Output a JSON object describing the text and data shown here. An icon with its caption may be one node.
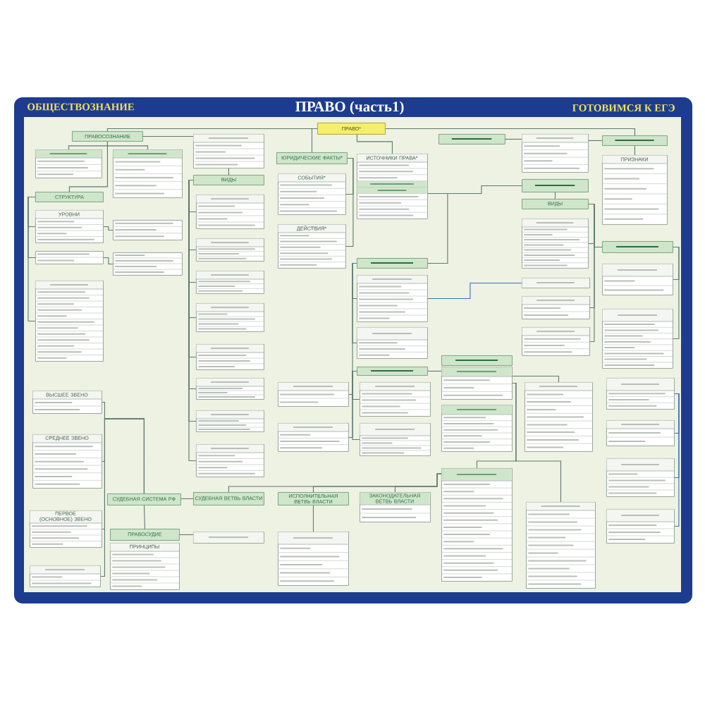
{
  "diagram": {
    "title": "ПРАВО (часть1)",
    "nodes": [
      {
        "text": [
          "ПРАВО*"
        ]
      },
      {
        "text": [
          "ПРАВОСОЗНАНИЕ"
        ]
      },
      {
        "text": [],
        "shape": "box"
      },
      {
        "text": [],
        "shape": "box"
      },
      {
        "text": [
          "СТРУКТУРА"
        ]
      },
      {
        "text": [
          "УРОВНИ"
        ]
      },
      {
        "text": [],
        "shape": "box"
      },
      {
        "text": [],
        "shape": "box"
      },
      {
        "text": [],
        "shape": "box"
      },
      {
        "text": [],
        "shape": "box"
      },
      {
        "text": [],
        "shape": "box"
      },
      {
        "text": [
          "ВИДЫ"
        ]
      },
      {
        "text": [],
        "shape": "box"
      },
      {
        "text": [],
        "shape": "box"
      },
      {
        "text": [],
        "shape": "box"
      },
      {
        "text": [],
        "shape": "box"
      },
      {
        "text": [],
        "shape": "box"
      },
      {
        "text": [],
        "shape": "box"
      },
      {
        "text": [],
        "shape": "box"
      },
      {
        "text": [],
        "shape": "box"
      },
      {
        "text": [
          "ЮРИДИЧЕСКИЕ ФАКТЫ*"
        ]
      },
      {
        "text": [
          "СОБЫТИЯ*"
        ]
      },
      {
        "text": [
          "ДЕЙСТВИЯ*"
        ]
      },
      {
        "text": [
          "ИСТОЧНИКИ ПРАВА*"
        ]
      },
      {
        "text": [],
        "shape": "box"
      },
      {
        "text": [],
        "shape": "box"
      },
      {
        "text": [],
        "shape": "box"
      },
      {
        "text": [],
        "shape": "box"
      },
      {
        "text": [],
        "shape": "box"
      },
      {
        "text": [],
        "shape": "box"
      },
      {
        "text": [],
        "shape": "box"
      },
      {
        "text": [],
        "shape": "box"
      },
      {
        "text": [],
        "shape": "box"
      },
      {
        "text": [],
        "shape": "box"
      },
      {
        "text": [],
        "shape": "box"
      },
      {
        "text": [
          "ПРИЗНАКИ"
        ]
      },
      {
        "text": [],
        "shape": "box"
      },
      {
        "text": [
          "ВИДЫ"
        ]
      },
      {
        "text": [],
        "shape": "box"
      },
      {
        "text": [],
        "shape": "box"
      },
      {
        "text": [],
        "shape": "box"
      },
      {
        "text": [],
        "shape": "box"
      },
      {
        "text": [],
        "shape": "box"
      },
      {
        "text": [],
        "shape": "box"
      },
      {
        "text": [],
        "shape": "box"
      },
      {
        "text": [],
        "shape": "box"
      },
      {
        "text": [],
        "shape": "box"
      },
      {
        "text": [],
        "shape": "box"
      },
      {
        "text": [],
        "shape": "box"
      },
      {
        "text": [],
        "shape": "box"
      },
      {
        "text": [],
        "shape": "box"
      },
      {
        "text": [],
        "shape": "box"
      },
      {
        "text": [],
        "shape": "box"
      },
      {
        "text": [],
        "shape": "box"
      },
      {
        "text": [
          "ВЫСШЕЕ ЗВЕНО"
        ]
      },
      {
        "text": [
          "СРЕДНЕЕ ЗВЕНО"
        ]
      },
      {
        "text": [
          "ПЕРВОЕ (ОСНОВНОЕ) ЗВЕНО"
        ]
      },
      {
        "text": [],
        "shape": "box"
      },
      {
        "text": [
          "СУДЕБНАЯ СИСТЕМА РФ"
        ]
      },
      {
        "text": [
          "ПРАВОСУДИЕ"
        ]
      },
      {
        "text": [
          "ПРИНЦИПЫ"
        ]
      },
      {
        "text": [
          "СУДЕБНАЯ ВЕТВЬ ВЛАСТИ"
        ]
      },
      {
        "text": [],
        "shape": "box"
      },
      {
        "text": [
          "ИСПОЛНИТЕЛЬНАЯ ВЕТВЬ ВЛАСТИ"
        ]
      },
      {
        "text": [],
        "shape": "box"
      },
      {
        "text": [
          "ЗАКОНОДАТЕЛЬНАЯ ВЕТВЬ ВЛАСТИ"
        ]
      },
      {
        "text": [],
        "shape": "box"
      }
    ],
    "edges": [
      {
        "from": 0,
        "to": 1,
        "arrow": "none"
      },
      {
        "from": 0,
        "to": 20,
        "arrow": "none"
      },
      {
        "from": 0,
        "to": 23,
        "arrow": "none"
      },
      {
        "from": 0,
        "to": 34,
        "arrow": "none"
      },
      {
        "from": 1,
        "to": 2,
        "arrow": "none"
      },
      {
        "from": 1,
        "to": 3,
        "arrow": "none"
      },
      {
        "from": 1,
        "to": 4,
        "arrow": "none"
      },
      {
        "from": 1,
        "to": 10,
        "arrow": "none"
      },
      {
        "from": 4,
        "to": 5,
        "arrow": "none"
      },
      {
        "from": 4,
        "to": 7,
        "arrow": "none"
      },
      {
        "from": 4,
        "to": 9,
        "arrow": "none"
      },
      {
        "from": 5,
        "to": 6,
        "arrow": "none"
      },
      {
        "from": 7,
        "to": 8,
        "arrow": "none"
      },
      {
        "from": 10,
        "to": 11,
        "arrow": "none"
      },
      {
        "from": 11,
        "to": 12,
        "arrow": "none"
      },
      {
        "from": 11,
        "to": 13,
        "arrow": "none"
      },
      {
        "from": 11,
        "to": 14,
        "arrow": "none"
      },
      {
        "from": 11,
        "to": 15,
        "arrow": "none"
      },
      {
        "from": 11,
        "to": 16,
        "arrow": "none"
      },
      {
        "from": 11,
        "to": 17,
        "arrow": "none"
      },
      {
        "from": 11,
        "to": 18,
        "arrow": "none"
      },
      {
        "from": 11,
        "to": 19,
        "arrow": "none"
      },
      {
        "from": 20,
        "to": 21,
        "arrow": "none"
      },
      {
        "from": 20,
        "to": 22,
        "arrow": "none"
      },
      {
        "from": 23,
        "to": 24,
        "arrow": "none"
      },
      {
        "from": 24,
        "to": 25,
        "arrow": "none"
      },
      {
        "from": 24,
        "to": 26,
        "arrow": "none"
      },
      {
        "from": 24,
        "to": 27,
        "arrow": "none"
      },
      {
        "from": 27,
        "to": 28,
        "arrow": "none"
      },
      {
        "from": 27,
        "to": 29,
        "arrow": "none"
      },
      {
        "from": 27,
        "to": 30,
        "arrow": "none"
      },
      {
        "from": 27,
        "to": 31,
        "arrow": "none"
      },
      {
        "from": 23,
        "to": 36,
        "arrow": "none"
      },
      {
        "from": 32,
        "to": 33,
        "arrow": "none"
      },
      {
        "from": 33,
        "to": 34,
        "arrow": "none"
      },
      {
        "from": 34,
        "to": 35,
        "arrow": "none"
      },
      {
        "from": 36,
        "to": 37,
        "arrow": "none"
      },
      {
        "from": 37,
        "to": 38,
        "arrow": "none"
      },
      {
        "from": 37,
        "to": 40,
        "arrow": "none"
      },
      {
        "from": 37,
        "to": 41,
        "arrow": "none"
      },
      {
        "from": 37,
        "to": 42,
        "arrow": "none"
      },
      {
        "from": 42,
        "to": 43,
        "arrow": "none"
      },
      {
        "from": 42,
        "to": 44,
        "arrow": "none"
      },
      {
        "from": 25,
        "to": 39,
        "arrow": "none",
        "color": "#3b6fb6"
      },
      {
        "from": 27,
        "to": 45,
        "arrow": "none"
      },
      {
        "from": 45,
        "to": 47,
        "arrow": "none"
      },
      {
        "from": 48,
        "to": 49,
        "arrow": "none",
        "color": "#3b6fb6"
      },
      {
        "from": 48,
        "to": 50,
        "arrow": "none",
        "color": "#3b6fb6"
      },
      {
        "from": 48,
        "to": 51,
        "arrow": "none",
        "color": "#3b6fb6"
      },
      {
        "from": 45,
        "to": 53,
        "arrow": "none"
      },
      {
        "from": 52,
        "to": 61,
        "arrow": "none"
      },
      {
        "from": 52,
        "to": 63,
        "arrow": "none"
      },
      {
        "from": 52,
        "to": 65,
        "arrow": "none"
      },
      {
        "from": 61,
        "to": 58,
        "arrow": "none"
      },
      {
        "from": 58,
        "to": 54,
        "arrow": "none"
      },
      {
        "from": 58,
        "to": 55,
        "arrow": "none"
      },
      {
        "from": 58,
        "to": 56,
        "arrow": "none"
      },
      {
        "from": 58,
        "to": 57,
        "arrow": "none"
      },
      {
        "from": 58,
        "to": 59,
        "arrow": "none"
      },
      {
        "from": 59,
        "to": 62,
        "arrow": "none"
      },
      {
        "from": 63,
        "to": 64,
        "arrow": "none"
      },
      {
        "from": 45,
        "to": 52,
        "arrow": "none"
      }
    ],
    "labels": [
      "ОБЩЕСТВОЗНАНИЕ",
      "ГОТОВИМСЯ К ЕГЭ"
    ]
  }
}
